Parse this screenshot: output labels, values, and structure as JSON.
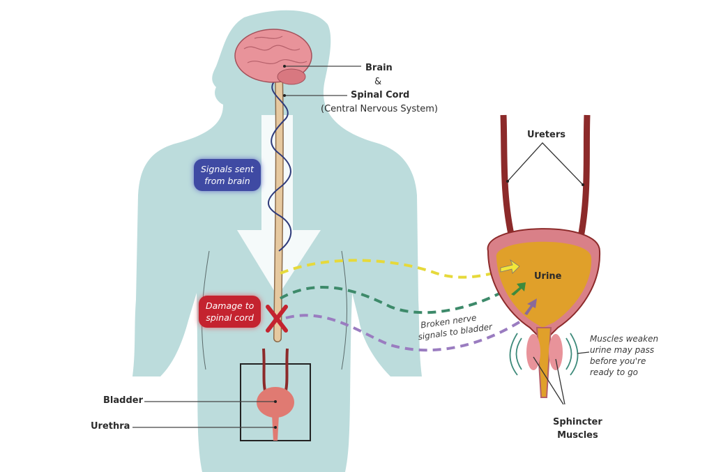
{
  "labels": {
    "brain": "Brain",
    "ampersand": "&",
    "spinal_cord": "Spinal Cord",
    "cns": "(Central Nervous System)",
    "signals_sent": [
      "Signals sent",
      "from brain"
    ],
    "damage": [
      "Damage to",
      "spinal cord"
    ],
    "broken_signals": [
      "Broken nerve",
      "signals to bladder"
    ],
    "ureters": "Ureters",
    "urine": "Urine",
    "muscles_weaken": [
      "Muscles weaken",
      "urine may pass",
      "before you're",
      "ready to go"
    ],
    "sphincter": [
      "Sphincter",
      "Muscles"
    ],
    "bladder": "Bladder",
    "urethra": "Urethra"
  },
  "colors": {
    "body": "#bcdcdc",
    "brain": "#e8939a",
    "spinal_cord": "#e6c9a0",
    "nerve": "#2e3a7a",
    "signals_pill": "#3f4aa3",
    "damage_pill": "#c4232f",
    "x_mark": "#c4232f",
    "yellow_signal": "#e6d93a",
    "green_signal": "#3d8a6a",
    "purple_signal": "#9a7cc0",
    "urine": "#e0a02a",
    "bladder_wall": "#d98088",
    "ureter": "#8c2a2a"
  }
}
